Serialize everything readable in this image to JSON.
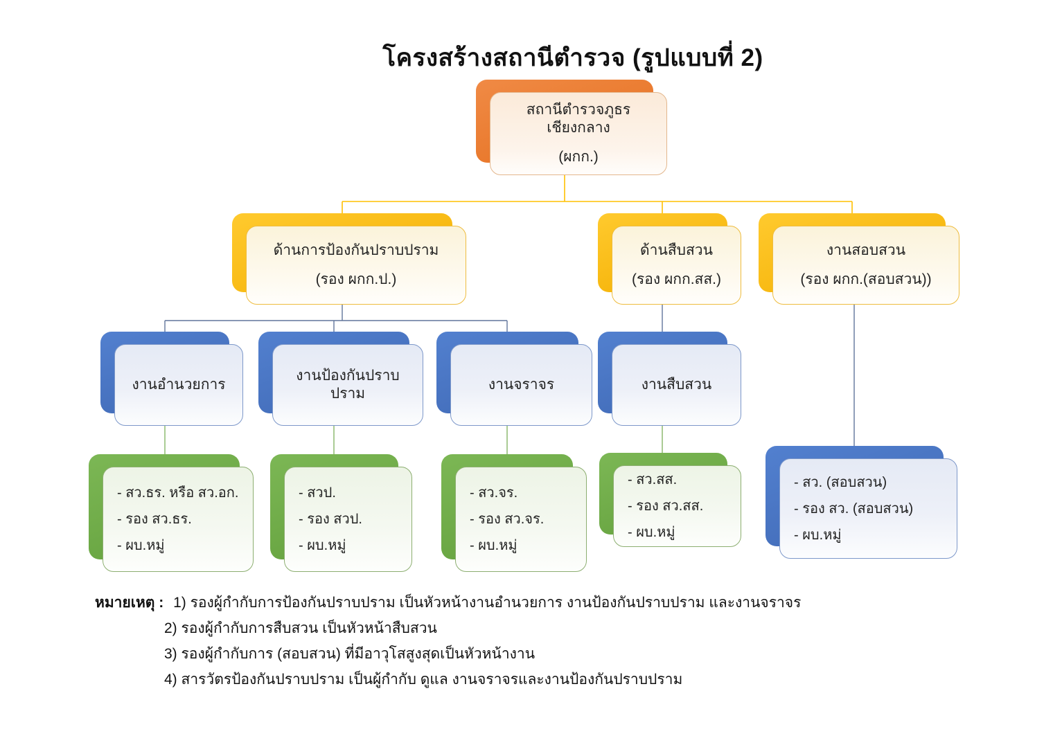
{
  "title": "โครงสร้างสถานีตำรวจ (รูปแบบที่ 2)",
  "colors": {
    "orange": "#ED7D31",
    "gold": "#FFC000",
    "blue": "#4472C4",
    "green": "#70AD47",
    "connector_gold": "#FFC000",
    "connector_blue": "#60759B",
    "connector_green": "#85B566"
  },
  "chart": {
    "root": {
      "line1": "สถานีตำรวจภูธรเชียงกลาง",
      "line2": "(ผกก.)"
    },
    "level2": [
      {
        "line1": "ด้านการป้องกันปราบปราม",
        "line2": "(รอง ผกก.ป.)"
      },
      {
        "line1": "ด้านสืบสวน",
        "line2": "(รอง ผกก.สส.)"
      },
      {
        "line1": "งานสอบสวน",
        "line2": "(รอง ผกก.(สอบสวน))"
      }
    ],
    "level3": [
      {
        "label": "งานอำนวยการ"
      },
      {
        "label": "งานป้องกันปราบปราม"
      },
      {
        "label": "งานจราจร"
      },
      {
        "label": "งานสืบสวน"
      }
    ],
    "level4": [
      {
        "items": [
          "- สว.ธร. หรือ สว.อก.",
          "- รอง สว.ธร.",
          "- ผบ.หมู่"
        ]
      },
      {
        "items": [
          "- สวป.",
          "- รอง สวป.",
          "- ผบ.หมู่"
        ]
      },
      {
        "items": [
          "- สว.จร.",
          "- รอง สว.จร.",
          "- ผบ.หมู่"
        ]
      },
      {
        "items": [
          "- สว.สส.",
          "- รอง สว.สส.",
          "- ผบ.หมู่"
        ]
      },
      {
        "items": [
          "- สว. (สอบสวน)",
          "- รอง สว. (สอบสวน)",
          "- ผบ.หมู่"
        ]
      }
    ]
  },
  "notes": {
    "label": "หมายเหตุ :",
    "lines": [
      "1) รองผู้กำกับการป้องกันปราบปราม เป็นหัวหน้างานอำนวยการ งานป้องกันปราบปราม และงานจราจร",
      "2) รองผู้กำกับการสืบสวน เป็นหัวหน้าสืบสวน",
      "3) รองผู้กำกับการ (สอบสวน) ที่มีอาวุโสสูงสุดเป็นหัวหน้างาน",
      "4) สารวัตรป้องกันปราบปราม เป็นผู้กำกับ  ดูแล งานจราจรและงานป้องกันปราบปราม"
    ]
  }
}
